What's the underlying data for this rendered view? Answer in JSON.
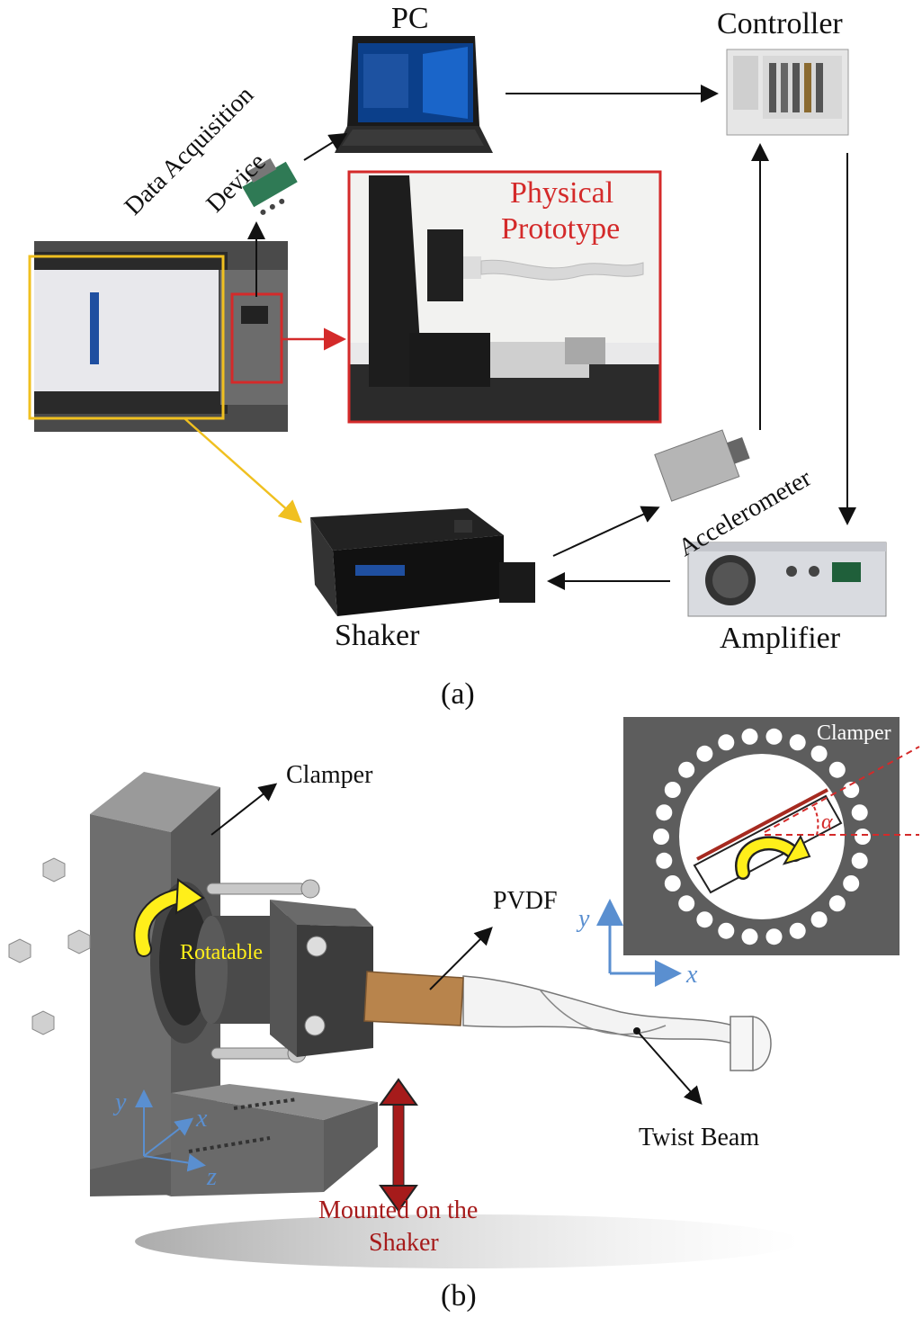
{
  "part_a": {
    "caption": "(a)",
    "pc": "PC",
    "controller": "Controller",
    "daq_line1": "Data Acquisition",
    "daq_line2": "Device",
    "physical_prototype_line1": "Physical",
    "physical_prototype_line2": "Prototype",
    "accelerometer": "Accelerometer",
    "shaker": "Shaker",
    "amplifier": "Amplifier"
  },
  "part_b": {
    "caption": "(b)",
    "clamper": "Clamper",
    "pvdf": "PVDF",
    "rotatable": "Rotatable",
    "twist_beam": "Twist Beam",
    "mounted_line1": "Mounted on the",
    "mounted_line2": "Shaker",
    "axis_x": "x",
    "axis_y": "y",
    "axis_z": "z",
    "inset_clamper": "Clamper",
    "inset_alpha": "α",
    "inset_axis_x": "x",
    "inset_axis_y": "y"
  },
  "colors": {
    "prototype_red": "#d42a2a",
    "shaker_yellow": "#f0c020",
    "axis_blue": "#5a8fd0",
    "pvdf_brown": "#b8844c",
    "rotate_yellow": "#ffef1a",
    "mount_red": "#a61b1b"
  }
}
